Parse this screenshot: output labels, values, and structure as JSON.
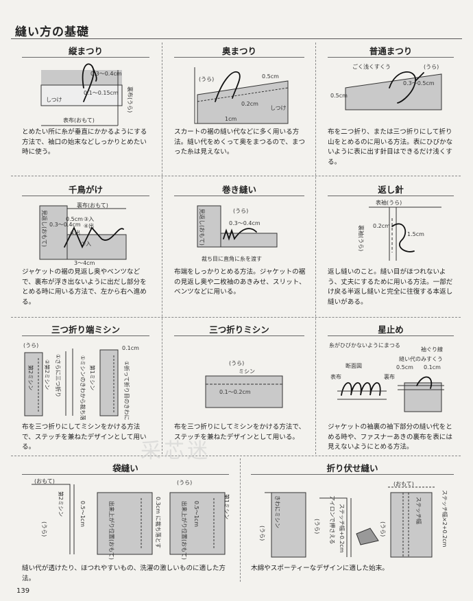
{
  "page": {
    "title": "縫い方の基礎",
    "page_number": "139",
    "watermark": "采芯迷"
  },
  "techniques": [
    {
      "name": "縦まつり",
      "labels": [
        "0.3〜0.4cm",
        "しつけ",
        "0.1〜0.15cm",
        "裏布(うら)",
        "表布(おもて)"
      ],
      "description": "とめたい所に糸が垂直にかかるようにする方法で、袖口の始末などしっかりとめたい時に使う。"
    },
    {
      "name": "奥まつり",
      "labels": [
        "(うら)",
        "0.5cm",
        "1cm",
        "0.2cm",
        "しつけ"
      ],
      "description": "スカートの裾の縫い代などに多く用いる方法。縫い代をめくって奥をまつるので、まつった糸は見えない。"
    },
    {
      "name": "普通まつり",
      "labels": [
        "ごく浅くすくう",
        "(うら)",
        "0.3〜0.5cm",
        "0.5cm"
      ],
      "description": "布を二つ折り、または三つ折りにして折り山をとめるのに用いる方法。表にひびかないように表に出す針目はできるだけ浅くする。"
    },
    {
      "name": "千鳥がけ",
      "labels": [
        "裏布(おもて)",
        "見返し(おもて)",
        "0.3〜0.4cm",
        "0.5cm",
        "③入",
        "④出",
        "②出",
        "①入",
        "3〜4cm"
      ],
      "description": "ジャケットの裾の見返し奥やベンツなどで、裏布が浮き出ないように出だし部分をとめる時に用いる方法で、左から右へ進める。"
    },
    {
      "name": "巻き縫い",
      "labels": [
        "(うら)",
        "見返し(おもて)",
        "0.3〜0.4cm",
        "裁ち目に直角に糸を渡す"
      ],
      "description": "布端をしっかりとめる方法。ジャケットの裾の見返し奥や二枚袖のあきみせ、スリット、ベンツなどに用いる。"
    },
    {
      "name": "返し針",
      "labels": [
        "表袖(うら)",
        "裏袖(うら)",
        "0.2cm",
        "1.5cm"
      ],
      "description": "返し縫いのこと。縫い目がほつれないよう、丈夫にするために用いる方法。一部だけ戻る半返し縫いと完全に往復する本返し縫いがある。"
    },
    {
      "name": "三つ折り端ミシン",
      "labels": [
        "(うら)",
        "①さらに三つ折り",
        "②第2ミシン",
        "第2ミシン",
        "①ミシンのきわから裁ち落とす",
        "第1ミシン",
        "0.1cm",
        "①折って折り目のきわにミシン"
      ],
      "description": "布を三つ折りにしてミシンをかける方法で、ステッチを兼ねたデザインとして用いる。"
    },
    {
      "name": "三つ折りミシン",
      "labels": [
        "(うら)",
        "ミシン",
        "0.1〜0.2cm"
      ],
      "description": "布を三つ折りにしてミシンをかける方法で、ステッチを兼ねたデザインとして用いる。"
    },
    {
      "name": "星止め",
      "labels": [
        "糸がひびかないようにまつる",
        "断面図",
        "表布",
        "裏布",
        "袖ぐり線",
        "縫い代のみすくう",
        "0.5cm",
        "0.1cm"
      ],
      "description": "ジャケットの袖裏の袖下部分の縫い代をとめる時や、ファスナーあきの裏布を表には見えないようにとめる方法。"
    },
    {
      "name": "袋縫い",
      "labels": [
        "(おもて)",
        "第2ミシン",
        "0.5〜1cm",
        "(うら)",
        "出来上がり位置(おもて)",
        "0.3cm に裁ち落とす",
        "出来上がり位置(おもて)",
        "(うら)",
        "0.5〜1cm",
        "第1ミシン"
      ],
      "description": "縫い代が透けたり、ほつれやすいもの、洗濯の激しいものに適した方法。"
    },
    {
      "name": "折り伏せ縫い",
      "labels": [
        "(おもて)",
        "きわにミシン",
        "(うら)",
        "アイロンで押さえる",
        "ステッチ幅+0.2cm",
        "(うら)",
        "ステッチ幅",
        "ステッチ幅×2+0.2cm",
        "(うら)"
      ],
      "description": "木綿やスポーティーなデザインに適した始末。"
    }
  ]
}
